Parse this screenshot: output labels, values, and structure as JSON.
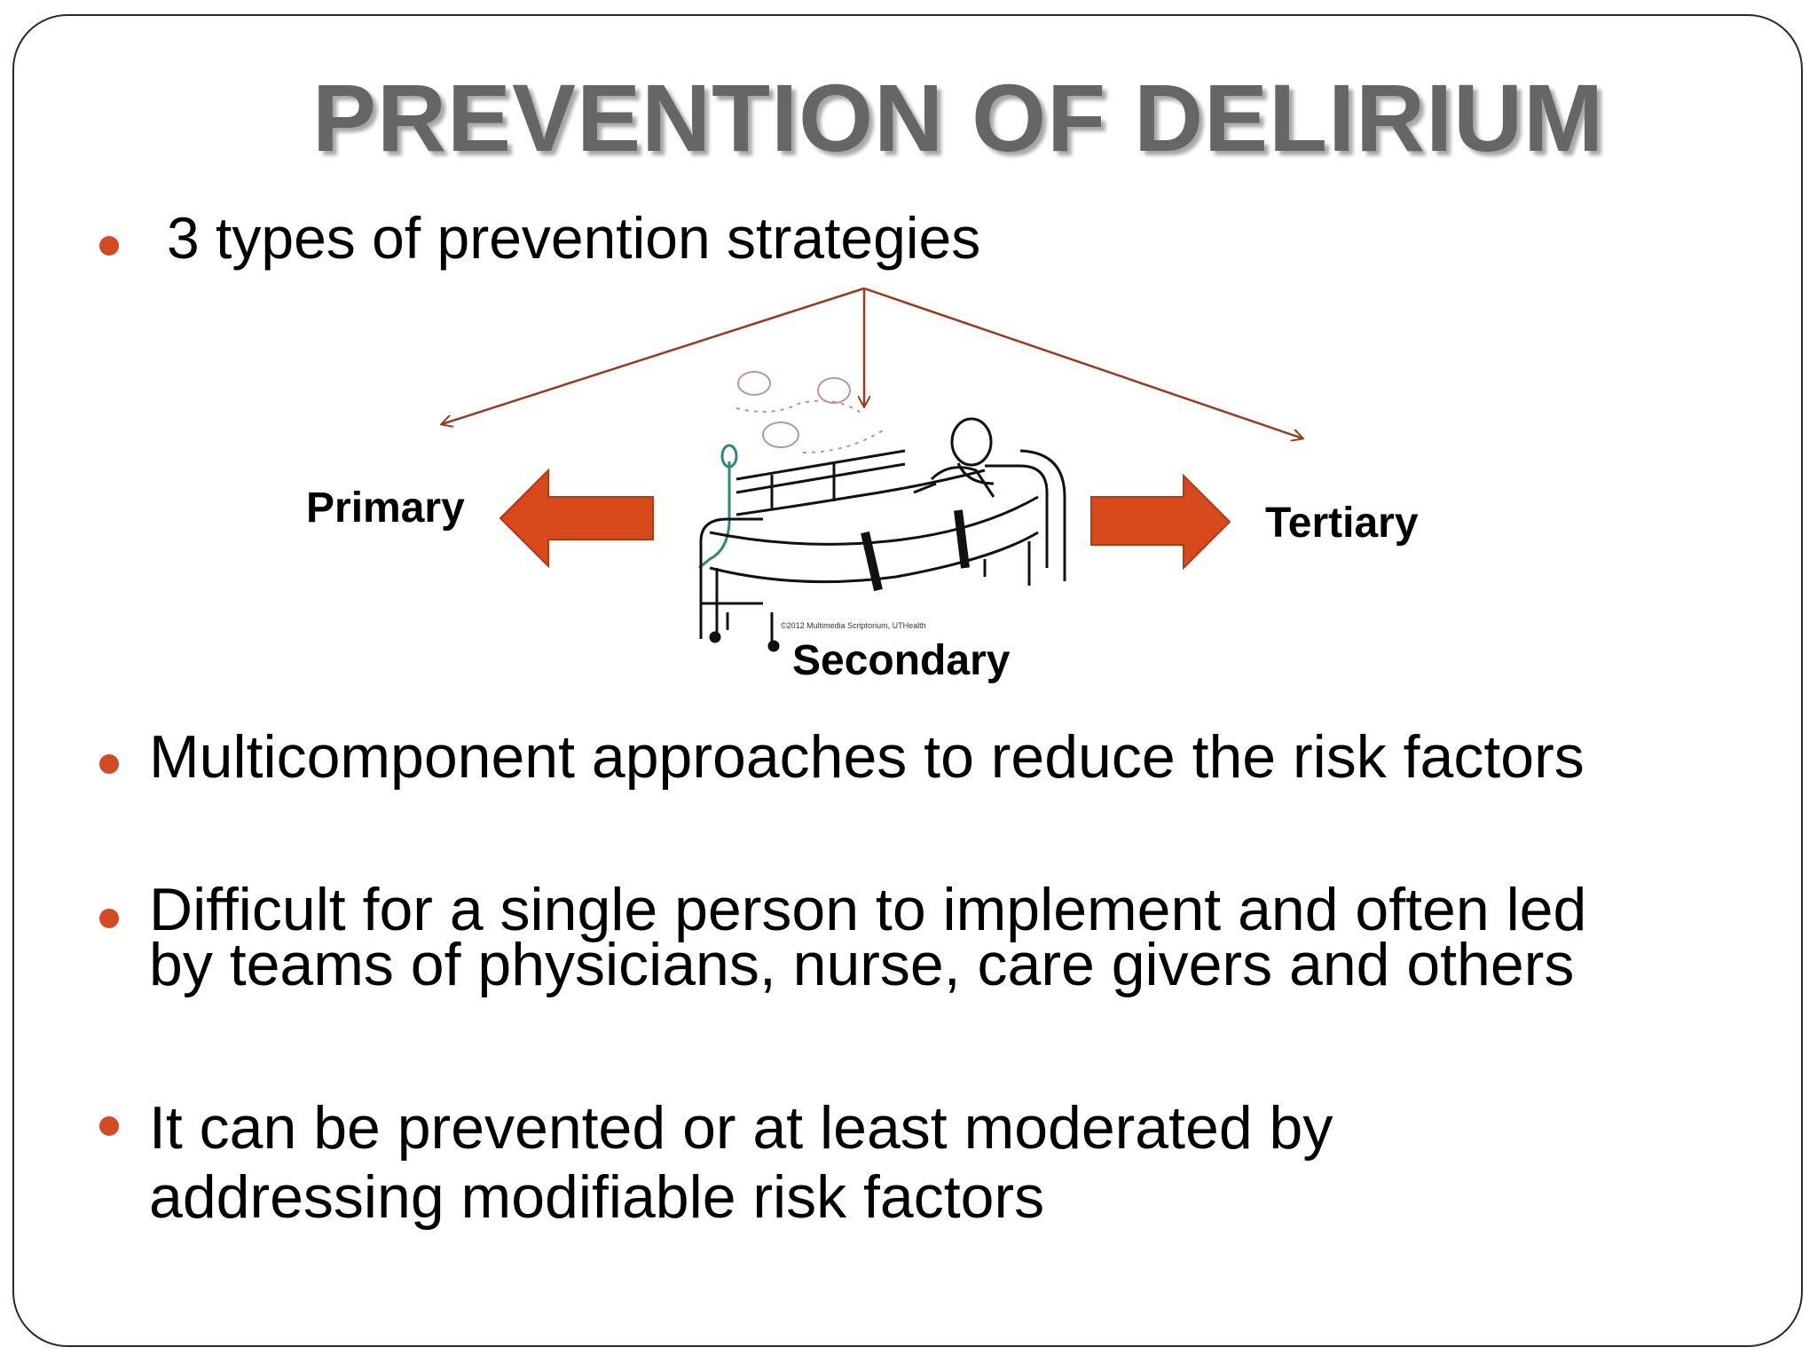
{
  "slide": {
    "title": "PREVENTION OF DELIRIUM",
    "bullets": [
      {
        "text": "3 types of prevention strategies"
      },
      {
        "text": "Multicomponent approaches to reduce the risk factors"
      },
      {
        "lines": [
          "Difficult for a single person to implement and often led",
          "by teams of physicians, nurse,  care givers and others"
        ]
      },
      {
        "lines": [
          "It can be prevented or at least moderated by",
          "addressing modifiable risk factors"
        ]
      }
    ],
    "diagram": {
      "labels": {
        "primary": "Primary",
        "secondary": "Secondary",
        "tertiary": "Tertiary"
      },
      "image_credit": "©2012 Multimedia Scriptorium, UTHealth",
      "colors": {
        "block_arrow": "#d84a1b",
        "thin_arrow": "#9b3a1a",
        "bullet": "#d34a24",
        "title": "#666666"
      },
      "illustration": "patient-in-hospital-bed-icon"
    }
  }
}
